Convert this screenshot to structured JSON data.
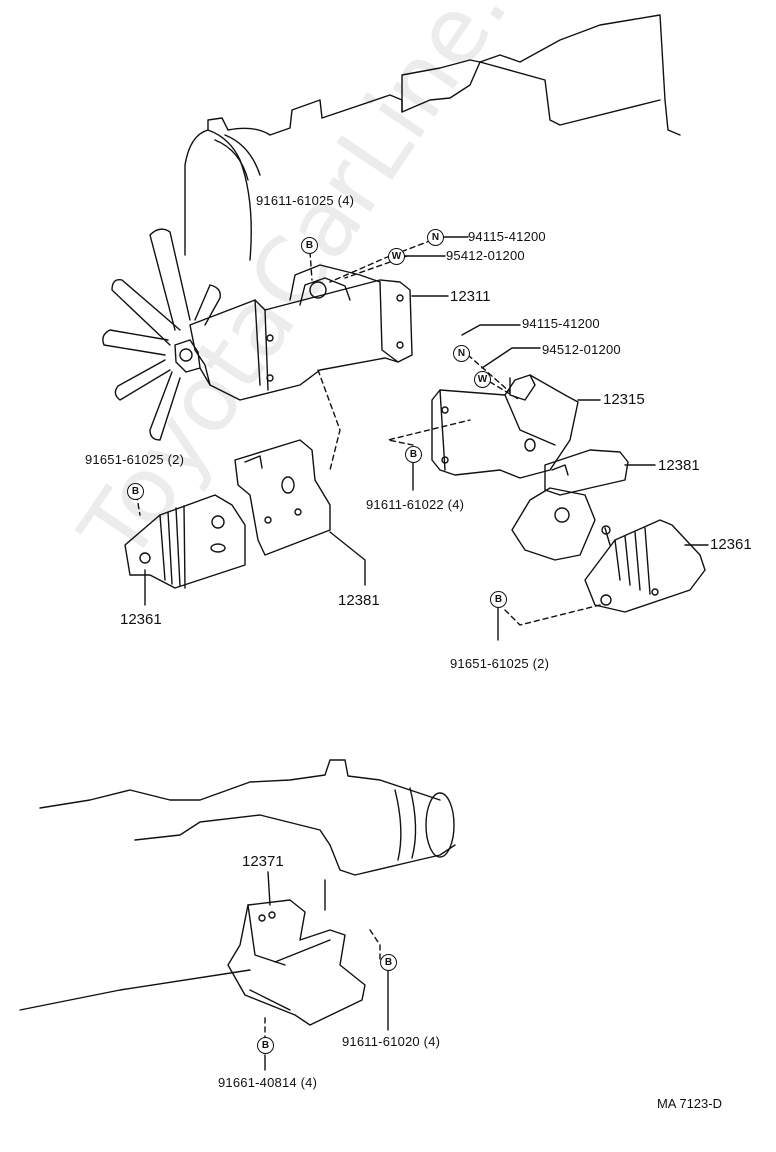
{
  "watermark": "ToyotaCarLine.ru",
  "diagram_code": "MA  7123-D",
  "symbols": {
    "bolt": "B",
    "nut": "N",
    "washer": "W"
  },
  "parts": {
    "p12311": "12311",
    "p12315": "12315",
    "p12381_left": "12381",
    "p12381_right": "12381",
    "p12361_left": "12361",
    "p12361_right": "12361",
    "p12371": "12371"
  },
  "fasteners": {
    "bolt_91611_61025": "91611-61025 (4)",
    "nut_94115_41200_top": "94115-41200",
    "washer_95412_01200": "95412-01200",
    "nut_94115_41200_mid": "94115-41200",
    "washer_94512_01200": "94512-01200",
    "bolt_91611_61022": "91611-61022 (4)",
    "bolt_91651_61025_left": "91651-61025 (2)",
    "bolt_91651_61025_right": "91651-61025 (2)",
    "bolt_91611_61020": "91611-61020 (4)",
    "bolt_91661_40814": "91661-40814 (4)"
  }
}
